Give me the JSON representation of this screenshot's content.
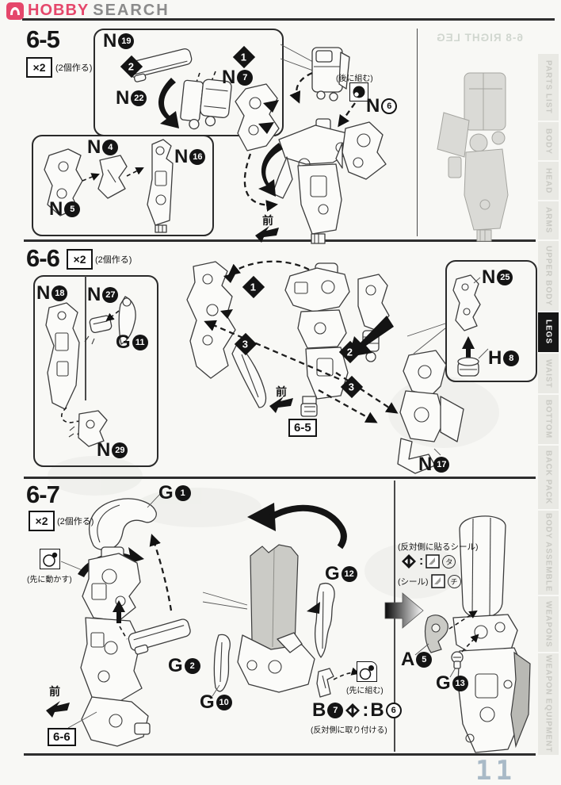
{
  "header": {
    "logo_hobby": "HOBBY",
    "logo_search": "SEARCH",
    "brand_color": "#e5476b"
  },
  "sidebar": {
    "tabs": [
      {
        "label": "PARTS LIST",
        "active": false
      },
      {
        "label": "BODY",
        "active": false
      },
      {
        "label": "HEAD",
        "active": false
      },
      {
        "label": "ARMS",
        "active": false
      },
      {
        "label": "UPPER BODY",
        "active": false
      },
      {
        "label": "LEGS",
        "active": true
      },
      {
        "label": "WAIST",
        "active": false
      },
      {
        "label": "BOTTOM",
        "active": false
      },
      {
        "label": "BACK PACK",
        "active": false
      },
      {
        "label": "BODY ASSEMBLE",
        "active": false
      },
      {
        "label": "WEAPONS",
        "active": false
      },
      {
        "label": "WEAPON EQUIPMENT",
        "active": false
      }
    ]
  },
  "qty": {
    "x2": "×2",
    "note": "(2個作る)"
  },
  "front_label": "前",
  "ghost": {
    "next_page_title": "6-8 RIGHT LEG"
  },
  "footer": {
    "page_number": "11"
  },
  "sections": {
    "s65": {
      "id": "6-5",
      "steps": {
        "s1": "1",
        "s2": "2"
      },
      "callout_assemble_later": "(後に組む)",
      "parts": {
        "n19": {
          "letter": "N",
          "num": "19"
        },
        "n22": {
          "letter": "N",
          "num": "22"
        },
        "n7": {
          "letter": "N",
          "num": "7"
        },
        "n6": {
          "letter": "N",
          "num": "6"
        },
        "n4": {
          "letter": "N",
          "num": "4"
        },
        "n16": {
          "letter": "N",
          "num": "16"
        },
        "n5": {
          "letter": "N",
          "num": "5"
        }
      }
    },
    "s66": {
      "id": "6-6",
      "steps": {
        "s1": "1",
        "s2": "2",
        "s3a": "3",
        "s3b": "3"
      },
      "ref_prev": "6-5",
      "parts": {
        "n18": {
          "letter": "N",
          "num": "18"
        },
        "n27": {
          "letter": "N",
          "num": "27"
        },
        "g11": {
          "letter": "G",
          "num": "11"
        },
        "n29": {
          "letter": "N",
          "num": "29"
        },
        "n25": {
          "letter": "N",
          "num": "25"
        },
        "h8": {
          "letter": "H",
          "num": "8"
        },
        "n17": {
          "letter": "N",
          "num": "17"
        }
      }
    },
    "s67": {
      "id": "6-7",
      "ref_prev": "6-6",
      "callout_move_first": "(先に動かす)",
      "callout_assemble_first": "(先に組む)",
      "sticker_opposite_note": "(反対側に貼るシール)",
      "sticker_label": "(シール)",
      "sticker_ta": "タ",
      "sticker_chi": "チ",
      "attach_opposite_note": "(反対側に取り付ける)",
      "colon": ":",
      "parts": {
        "g1": {
          "letter": "G",
          "num": "1"
        },
        "g2": {
          "letter": "G",
          "num": "2"
        },
        "g12": {
          "letter": "G",
          "num": "12"
        },
        "g10": {
          "letter": "G",
          "num": "10"
        },
        "b7": {
          "letter": "B",
          "num": "7"
        },
        "b6": {
          "letter": "B",
          "num": "6"
        },
        "a5": {
          "letter": "A",
          "num": "5"
        },
        "g13": {
          "letter": "G",
          "num": "13"
        }
      }
    }
  }
}
